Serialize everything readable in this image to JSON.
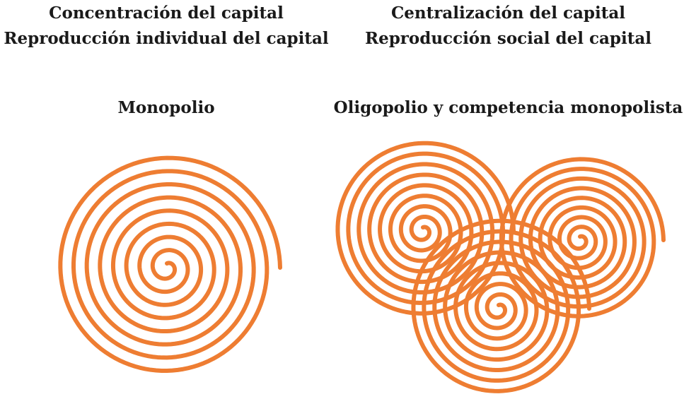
{
  "left": {
    "heading_1": "Concentración del capital",
    "heading_2": "Reproducción individual del capital",
    "label": "Monopolio"
  },
  "right": {
    "heading_1": "Centralización del capital",
    "heading_2": "Reproducción social del capital",
    "label": "Oligopolio y competencia monopolista"
  },
  "style": {
    "spiral_color": "#ee7d32",
    "text_color": "#1a1a1a"
  }
}
